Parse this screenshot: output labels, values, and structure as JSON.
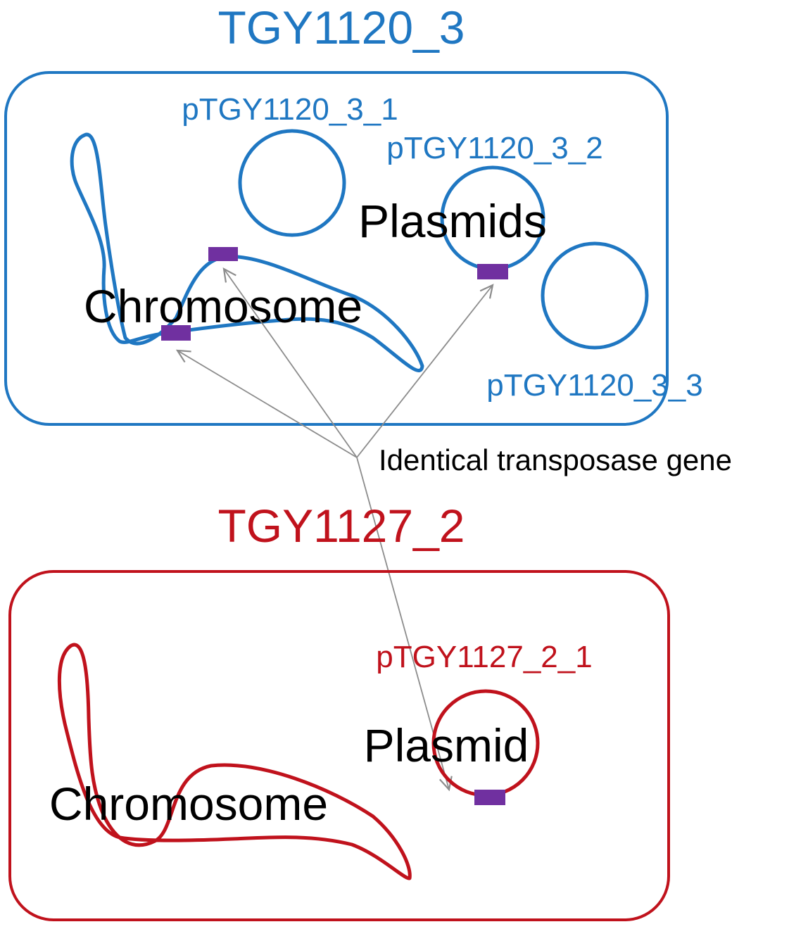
{
  "colors": {
    "strain1": "#1f77c2",
    "strain2": "#c0121c",
    "gene_marker": "#7030a0",
    "arrow": "#8c8c8c",
    "text_dark": "#000000"
  },
  "strain1": {
    "title": "TGY1120_3",
    "chromosome_label": "Chromosome",
    "plasmids_label": "Plasmids",
    "plasmid_names": [
      "pTGY1120_3_1",
      "pTGY1120_3_2",
      "pTGY1120_3_3"
    ]
  },
  "strain2": {
    "title": "TGY1127_2",
    "chromosome_label": "Chromosome",
    "plasmid_label": "Plasmid",
    "plasmid_names": [
      "pTGY1127_2_1"
    ]
  },
  "annotation": {
    "label": "Identical transposase gene"
  }
}
